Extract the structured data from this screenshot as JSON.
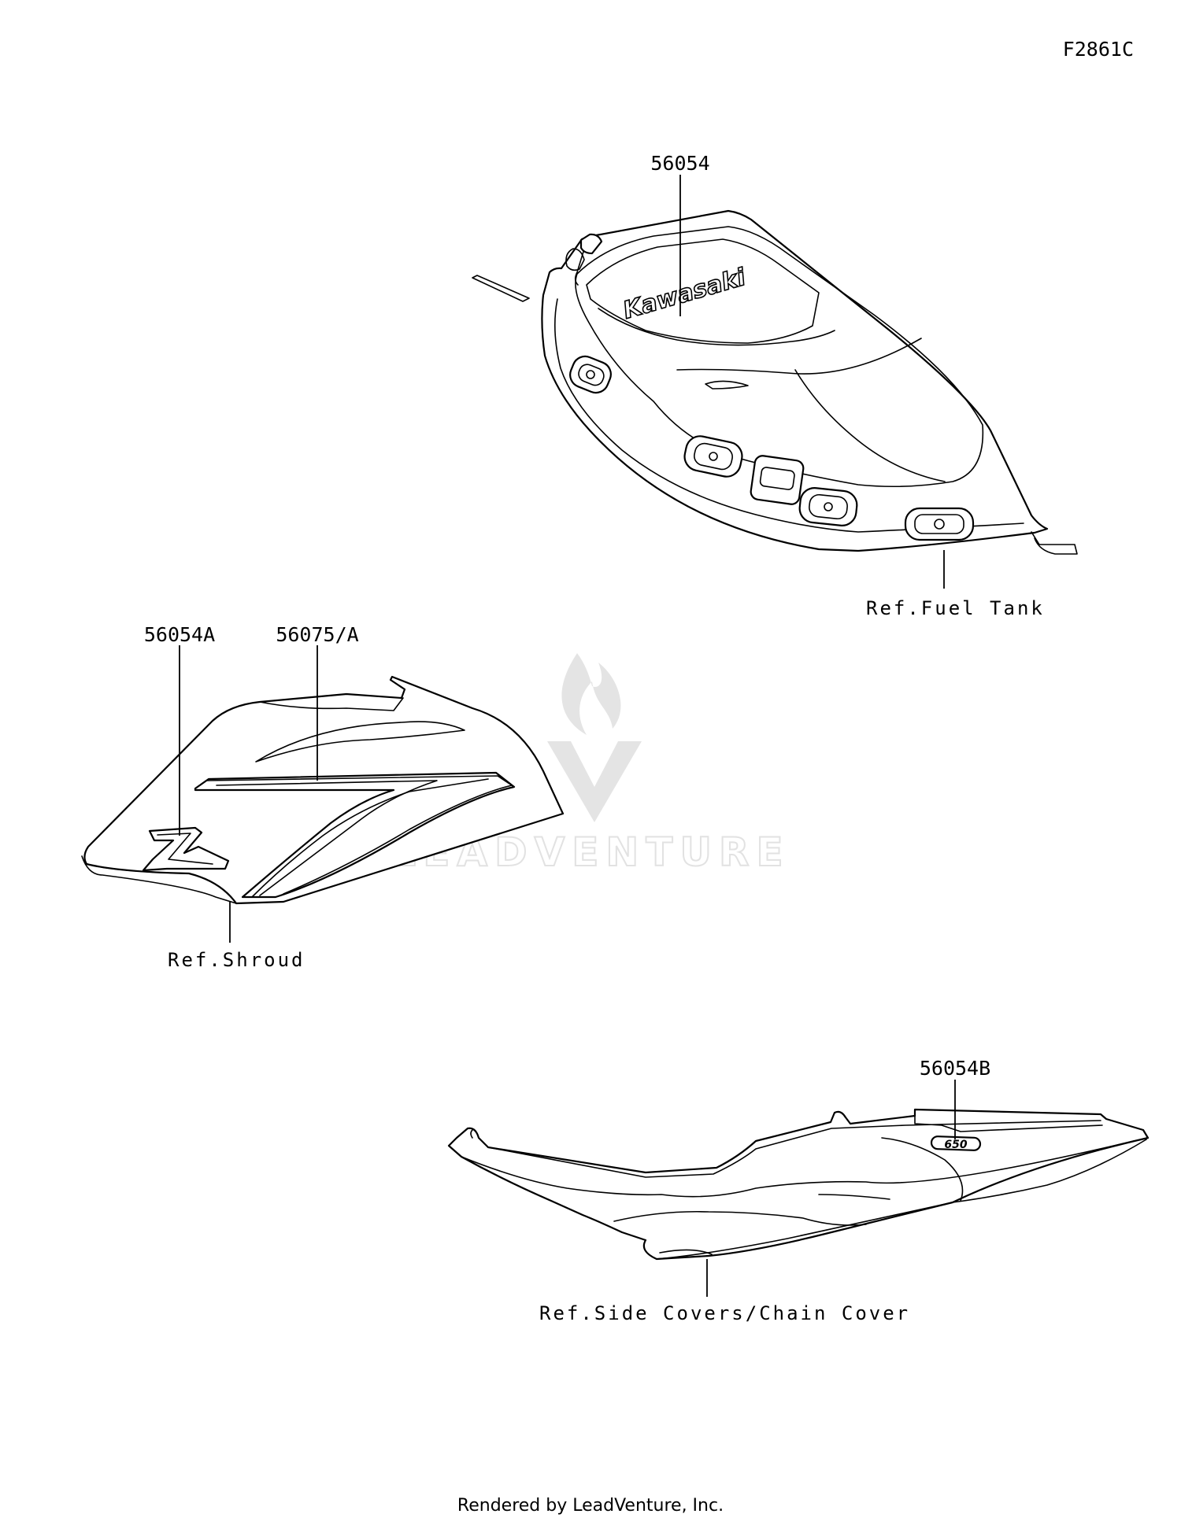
{
  "figure_code": "F2861C",
  "callouts": {
    "tank_label": "56054",
    "shroud_z_label": "56054A",
    "shroud_stripe_label": "56075/A",
    "side_cover_label": "56054B"
  },
  "references": {
    "fuel_tank": "Ref.Fuel Tank",
    "shroud": "Ref.Shroud",
    "side_covers": "Ref.Side Covers/Chain Cover"
  },
  "decal_text": {
    "tank_logo": "Kawasaki",
    "side_cover_badge": "650"
  },
  "watermark": "LEADVENTURE",
  "footer": "Rendered by LeadVenture, Inc.",
  "colors": {
    "line": "#000000",
    "background": "#ffffff",
    "watermark": "#e4e4e4"
  }
}
